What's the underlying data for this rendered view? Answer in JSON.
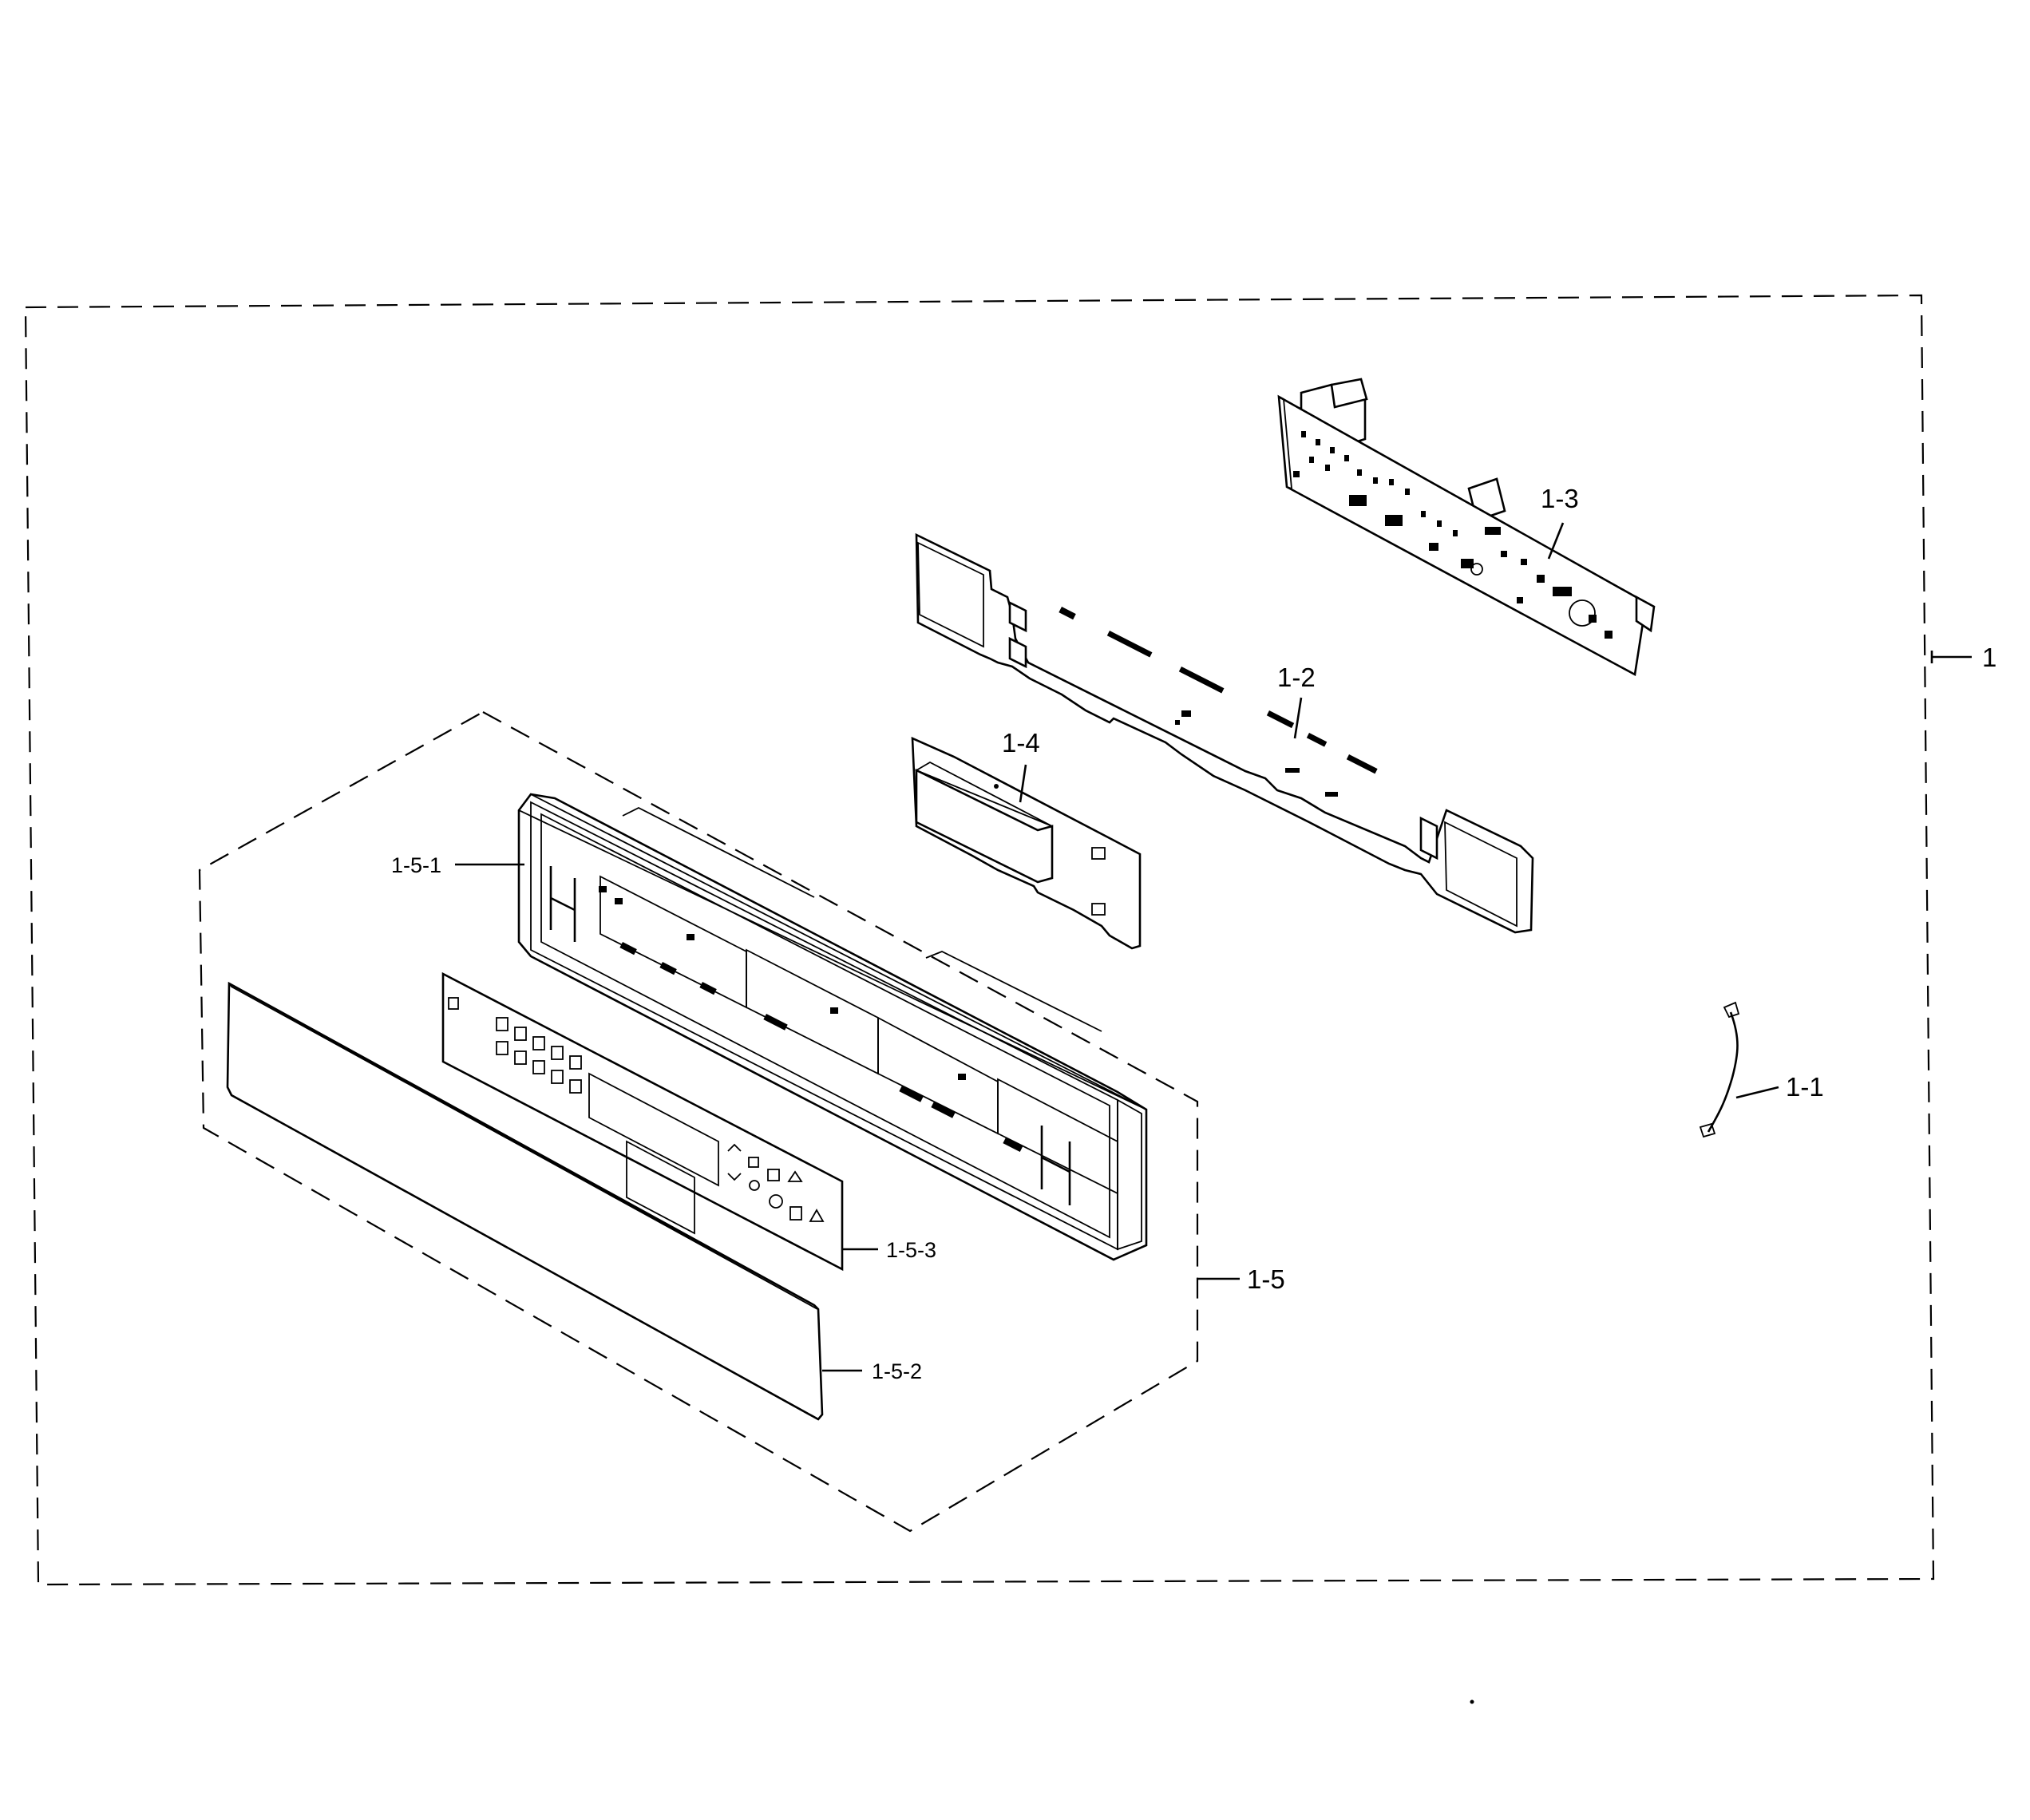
{
  "diagram": {
    "callouts": [
      {
        "id": "1",
        "text": "1"
      },
      {
        "id": "1-1",
        "text": "1-1"
      },
      {
        "id": "1-2",
        "text": "1-2"
      },
      {
        "id": "1-3",
        "text": "1-3"
      },
      {
        "id": "1-4",
        "text": "1-4"
      },
      {
        "id": "1-5",
        "text": "1-5"
      },
      {
        "id": "1-5-1",
        "text": "1-5-1"
      },
      {
        "id": "1-5-2",
        "text": "1-5-2"
      },
      {
        "id": "1-5-3",
        "text": "1-5-3"
      }
    ]
  }
}
